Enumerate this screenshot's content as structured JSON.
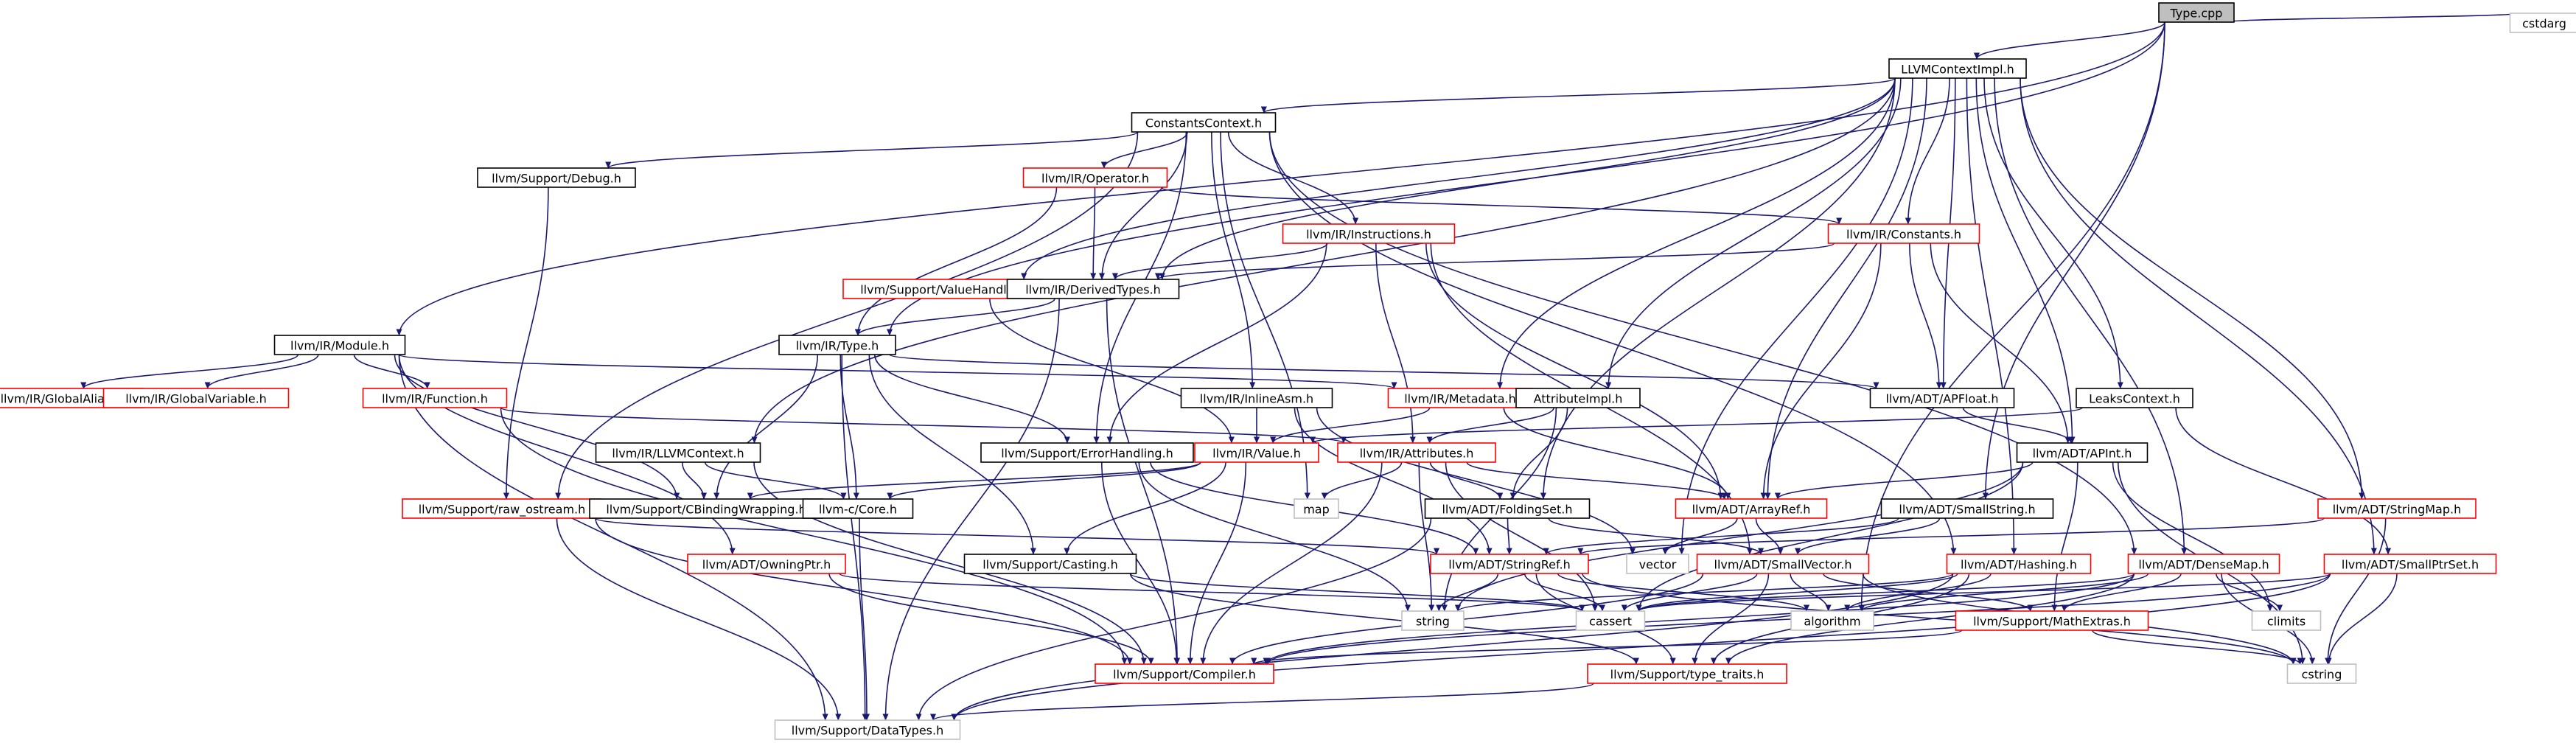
{
  "colors": {
    "edge": "#191970",
    "border_normal": "#000000",
    "border_red": "#ff0000",
    "border_gray": "#bfbfbf",
    "fill_root": "#bfbfbf",
    "fill": "#ffffff",
    "text": "#000000"
  },
  "nodes": [
    {
      "id": "type_cpp",
      "label": "Type.cpp",
      "kind": "root"
    },
    {
      "id": "llvmcontextimpl",
      "label": "LLVMContextImpl.h",
      "kind": "normal"
    },
    {
      "id": "cstdarg",
      "label": "cstdarg",
      "kind": "gray"
    },
    {
      "id": "constantscontext",
      "label": "ConstantsContext.h",
      "kind": "normal"
    },
    {
      "id": "support_debug",
      "label": "llvm/Support/Debug.h",
      "kind": "normal"
    },
    {
      "id": "ir_operator",
      "label": "llvm/IR/Operator.h",
      "kind": "red"
    },
    {
      "id": "ir_instructions",
      "label": "llvm/IR/Instructions.h",
      "kind": "red"
    },
    {
      "id": "ir_constants",
      "label": "llvm/IR/Constants.h",
      "kind": "red"
    },
    {
      "id": "support_valuehandle",
      "label": "llvm/Support/ValueHandle.h",
      "kind": "red"
    },
    {
      "id": "ir_derivedtypes",
      "label": "llvm/IR/DerivedTypes.h",
      "kind": "normal"
    },
    {
      "id": "ir_module",
      "label": "llvm/IR/Module.h",
      "kind": "normal"
    },
    {
      "id": "ir_type",
      "label": "llvm/IR/Type.h",
      "kind": "normal"
    },
    {
      "id": "ir_globalalias",
      "label": "llvm/IR/GlobalAlias.h",
      "kind": "red"
    },
    {
      "id": "ir_globalvariable",
      "label": "llvm/IR/GlobalVariable.h",
      "kind": "red"
    },
    {
      "id": "ir_function",
      "label": "llvm/IR/Function.h",
      "kind": "red"
    },
    {
      "id": "ir_inlineasm",
      "label": "llvm/IR/InlineAsm.h",
      "kind": "normal"
    },
    {
      "id": "ir_metadata",
      "label": "llvm/IR/Metadata.h",
      "kind": "red"
    },
    {
      "id": "attributeimpl",
      "label": "AttributeImpl.h",
      "kind": "normal"
    },
    {
      "id": "adt_apfloat",
      "label": "llvm/ADT/APFloat.h",
      "kind": "normal"
    },
    {
      "id": "leakscontext",
      "label": "LeaksContext.h",
      "kind": "normal"
    },
    {
      "id": "ir_llvmcontext",
      "label": "llvm/IR/LLVMContext.h",
      "kind": "normal"
    },
    {
      "id": "support_errorhandling",
      "label": "llvm/Support/ErrorHandling.h",
      "kind": "normal"
    },
    {
      "id": "ir_value",
      "label": "llvm/IR/Value.h",
      "kind": "red"
    },
    {
      "id": "ir_attributes",
      "label": "llvm/IR/Attributes.h",
      "kind": "red"
    },
    {
      "id": "adt_apint",
      "label": "llvm/ADT/APInt.h",
      "kind": "normal"
    },
    {
      "id": "support_raw_ostream",
      "label": "llvm/Support/raw_ostream.h",
      "kind": "red"
    },
    {
      "id": "support_cbindingwrapping",
      "label": "llvm/Support/CBindingWrapping.h",
      "kind": "normal"
    },
    {
      "id": "llvm_c_core",
      "label": "llvm-c/Core.h",
      "kind": "normal"
    },
    {
      "id": "map",
      "label": "map",
      "kind": "gray"
    },
    {
      "id": "adt_foldingset",
      "label": "llvm/ADT/FoldingSet.h",
      "kind": "normal"
    },
    {
      "id": "adt_arrayref",
      "label": "llvm/ADT/ArrayRef.h",
      "kind": "red"
    },
    {
      "id": "adt_smallstring",
      "label": "llvm/ADT/SmallString.h",
      "kind": "normal"
    },
    {
      "id": "adt_stringmap",
      "label": "llvm/ADT/StringMap.h",
      "kind": "red"
    },
    {
      "id": "vector",
      "label": "vector",
      "kind": "gray"
    },
    {
      "id": "adt_owningptr",
      "label": "llvm/ADT/OwningPtr.h",
      "kind": "red"
    },
    {
      "id": "support_casting",
      "label": "llvm/Support/Casting.h",
      "kind": "normal"
    },
    {
      "id": "adt_stringref",
      "label": "llvm/ADT/StringRef.h",
      "kind": "red"
    },
    {
      "id": "adt_smallvector",
      "label": "llvm/ADT/SmallVector.h",
      "kind": "red"
    },
    {
      "id": "adt_hashing",
      "label": "llvm/ADT/Hashing.h",
      "kind": "red"
    },
    {
      "id": "adt_densemap",
      "label": "llvm/ADT/DenseMap.h",
      "kind": "red"
    },
    {
      "id": "adt_smallptrset",
      "label": "llvm/ADT/SmallPtrSet.h",
      "kind": "red"
    },
    {
      "id": "string",
      "label": "string",
      "kind": "gray"
    },
    {
      "id": "cassert",
      "label": "cassert",
      "kind": "gray"
    },
    {
      "id": "algorithm",
      "label": "algorithm",
      "kind": "gray"
    },
    {
      "id": "support_mathextras",
      "label": "llvm/Support/MathExtras.h",
      "kind": "red"
    },
    {
      "id": "climits",
      "label": "climits",
      "kind": "gray"
    },
    {
      "id": "support_compiler",
      "label": "llvm/Support/Compiler.h",
      "kind": "red"
    },
    {
      "id": "support_type_traits",
      "label": "llvm/Support/type_traits.h",
      "kind": "red"
    },
    {
      "id": "cstring",
      "label": "cstring",
      "kind": "gray"
    },
    {
      "id": "support_datatypes",
      "label": "llvm/Support/DataTypes.h",
      "kind": "gray"
    }
  ],
  "edges": [
    [
      "type_cpp",
      "llvmcontextimpl"
    ],
    [
      "type_cpp",
      "cstdarg"
    ],
    [
      "type_cpp",
      "ir_module"
    ],
    [
      "type_cpp",
      "ir_type"
    ],
    [
      "type_cpp",
      "adt_smallstring"
    ],
    [
      "type_cpp",
      "algorithm"
    ],
    [
      "llvmcontextimpl",
      "constantscontext"
    ],
    [
      "llvmcontextimpl",
      "support_valuehandle"
    ],
    [
      "llvmcontextimpl",
      "ir_derivedtypes"
    ],
    [
      "llvmcontextimpl",
      "ir_llvmcontext"
    ],
    [
      "llvmcontextimpl",
      "ir_metadata"
    ],
    [
      "llvmcontextimpl",
      "attributeimpl"
    ],
    [
      "llvmcontextimpl",
      "ir_constants"
    ],
    [
      "llvmcontextimpl",
      "adt_apfloat"
    ],
    [
      "llvmcontextimpl",
      "adt_apint"
    ],
    [
      "llvmcontextimpl",
      "adt_arrayref"
    ],
    [
      "llvmcontextimpl",
      "leakscontext"
    ],
    [
      "llvmcontextimpl",
      "adt_densemap"
    ],
    [
      "llvmcontextimpl",
      "adt_foldingset"
    ],
    [
      "llvmcontextimpl",
      "adt_hashing"
    ],
    [
      "llvmcontextimpl",
      "adt_smallptrset"
    ],
    [
      "llvmcontextimpl",
      "adt_stringmap"
    ],
    [
      "llvmcontextimpl",
      "vector"
    ],
    [
      "constantscontext",
      "support_debug"
    ],
    [
      "constantscontext",
      "ir_operator"
    ],
    [
      "constantscontext",
      "ir_instructions"
    ],
    [
      "constantscontext",
      "ir_derivedtypes"
    ],
    [
      "constantscontext",
      "ir_inlineasm"
    ],
    [
      "constantscontext",
      "support_errorhandling"
    ],
    [
      "constantscontext",
      "support_raw_ostream"
    ],
    [
      "constantscontext",
      "adt_densemap"
    ],
    [
      "constantscontext",
      "adt_hashing"
    ],
    [
      "constantscontext",
      "map"
    ],
    [
      "support_debug",
      "support_raw_ostream"
    ],
    [
      "ir_operator",
      "ir_constants"
    ],
    [
      "ir_operator",
      "ir_derivedtypes"
    ],
    [
      "ir_operator",
      "ir_type"
    ],
    [
      "ir_instructions",
      "ir_derivedtypes"
    ],
    [
      "ir_instructions",
      "ir_attributes"
    ],
    [
      "ir_instructions",
      "support_errorhandling"
    ],
    [
      "ir_instructions",
      "adt_arrayref"
    ],
    [
      "ir_instructions",
      "adt_smallvector"
    ],
    [
      "ir_constants",
      "ir_derivedtypes"
    ],
    [
      "ir_constants",
      "adt_apfloat"
    ],
    [
      "ir_constants",
      "adt_apint"
    ],
    [
      "ir_constants",
      "adt_arrayref"
    ],
    [
      "support_valuehandle",
      "ir_value"
    ],
    [
      "ir_derivedtypes",
      "ir_type"
    ],
    [
      "ir_derivedtypes",
      "support_compiler"
    ],
    [
      "ir_derivedtypes",
      "support_datatypes"
    ],
    [
      "ir_module",
      "ir_globalalias"
    ],
    [
      "ir_module",
      "ir_globalvariable"
    ],
    [
      "ir_module",
      "ir_function"
    ],
    [
      "ir_module",
      "ir_metadata"
    ],
    [
      "ir_module",
      "support_cbindingwrapping"
    ],
    [
      "ir_module",
      "adt_owningptr"
    ],
    [
      "ir_module",
      "support_datatypes"
    ],
    [
      "ir_type",
      "llvm_c_core"
    ],
    [
      "ir_type",
      "support_cbindingwrapping"
    ],
    [
      "ir_type",
      "support_casting"
    ],
    [
      "ir_type",
      "support_errorhandling"
    ],
    [
      "ir_type",
      "support_datatypes"
    ],
    [
      "ir_type",
      "adt_apfloat"
    ],
    [
      "ir_function",
      "ir_attributes"
    ],
    [
      "ir_function",
      "support_compiler"
    ],
    [
      "ir_inlineasm",
      "ir_value"
    ],
    [
      "ir_inlineasm",
      "adt_stringref"
    ],
    [
      "ir_inlineasm",
      "vector"
    ],
    [
      "ir_metadata",
      "ir_value"
    ],
    [
      "ir_metadata",
      "adt_arrayref"
    ],
    [
      "attributeimpl",
      "ir_attributes"
    ],
    [
      "attributeimpl",
      "adt_foldingset"
    ],
    [
      "attributeimpl",
      "string"
    ],
    [
      "adt_apfloat",
      "adt_apint"
    ],
    [
      "leakscontext",
      "ir_value"
    ],
    [
      "leakscontext",
      "adt_smallptrset"
    ],
    [
      "ir_llvmcontext",
      "support_cbindingwrapping"
    ],
    [
      "ir_llvmcontext",
      "llvm_c_core"
    ],
    [
      "ir_llvmcontext",
      "support_compiler"
    ],
    [
      "support_errorhandling",
      "adt_stringref"
    ],
    [
      "support_errorhandling",
      "support_compiler"
    ],
    [
      "support_errorhandling",
      "string"
    ],
    [
      "ir_value",
      "support_cbindingwrapping"
    ],
    [
      "ir_value",
      "llvm_c_core"
    ],
    [
      "ir_value",
      "support_casting"
    ],
    [
      "ir_value",
      "support_compiler"
    ],
    [
      "ir_attributes",
      "adt_arrayref"
    ],
    [
      "ir_attributes",
      "adt_foldingset"
    ],
    [
      "ir_attributes",
      "support_compiler"
    ],
    [
      "ir_attributes",
      "cassert"
    ],
    [
      "ir_attributes",
      "map"
    ],
    [
      "ir_attributes",
      "string"
    ],
    [
      "adt_apint",
      "adt_arrayref"
    ],
    [
      "adt_apint",
      "support_mathextras"
    ],
    [
      "adt_apint",
      "cassert"
    ],
    [
      "adt_apint",
      "climits"
    ],
    [
      "adt_apint",
      "cstring"
    ],
    [
      "adt_apint",
      "string"
    ],
    [
      "support_raw_ostream",
      "adt_stringref"
    ],
    [
      "support_raw_ostream",
      "support_compiler"
    ],
    [
      "support_raw_ostream",
      "support_datatypes"
    ],
    [
      "llvm_c_core",
      "support_datatypes"
    ],
    [
      "adt_foldingset",
      "adt_smallvector"
    ],
    [
      "adt_foldingset",
      "adt_stringref"
    ],
    [
      "adt_foldingset",
      "support_datatypes"
    ],
    [
      "adt_arrayref",
      "adt_smallvector"
    ],
    [
      "adt_arrayref",
      "vector"
    ],
    [
      "adt_smallstring",
      "adt_smallvector"
    ],
    [
      "adt_smallstring",
      "adt_stringref"
    ],
    [
      "adt_stringmap",
      "adt_stringref"
    ],
    [
      "adt_stringmap",
      "cstring"
    ],
    [
      "adt_owningptr",
      "support_compiler"
    ],
    [
      "adt_owningptr",
      "cassert"
    ],
    [
      "support_casting",
      "support_type_traits"
    ],
    [
      "support_casting",
      "cassert"
    ],
    [
      "adt_stringref",
      "support_type_traits"
    ],
    [
      "adt_stringref",
      "algorithm"
    ],
    [
      "adt_stringref",
      "cassert"
    ],
    [
      "adt_stringref",
      "cstring"
    ],
    [
      "adt_stringref",
      "string"
    ],
    [
      "adt_smallvector",
      "support_compiler"
    ],
    [
      "adt_smallvector",
      "support_type_traits"
    ],
    [
      "adt_smallvector",
      "algorithm"
    ],
    [
      "adt_smallvector",
      "cassert"
    ],
    [
      "adt_smallvector",
      "cstring"
    ],
    [
      "adt_smallvector",
      "support_mathextras"
    ],
    [
      "adt_hashing",
      "support_datatypes"
    ],
    [
      "adt_hashing",
      "support_type_traits"
    ],
    [
      "adt_hashing",
      "algorithm"
    ],
    [
      "adt_hashing",
      "cassert"
    ],
    [
      "adt_hashing",
      "string"
    ],
    [
      "adt_densemap",
      "support_mathextras"
    ],
    [
      "adt_densemap",
      "support_type_traits"
    ],
    [
      "adt_densemap",
      "algorithm"
    ],
    [
      "adt_densemap",
      "cassert"
    ],
    [
      "adt_densemap",
      "climits"
    ],
    [
      "adt_densemap",
      "cstring"
    ],
    [
      "adt_densemap",
      "support_compiler"
    ],
    [
      "adt_smallptrset",
      "support_datatypes"
    ],
    [
      "adt_smallptrset",
      "support_compiler"
    ],
    [
      "adt_smallptrset",
      "cassert"
    ],
    [
      "adt_smallptrset",
      "cstring"
    ],
    [
      "support_mathextras",
      "support_compiler"
    ],
    [
      "support_mathextras",
      "cstring"
    ],
    [
      "support_type_traits",
      "support_datatypes"
    ]
  ]
}
